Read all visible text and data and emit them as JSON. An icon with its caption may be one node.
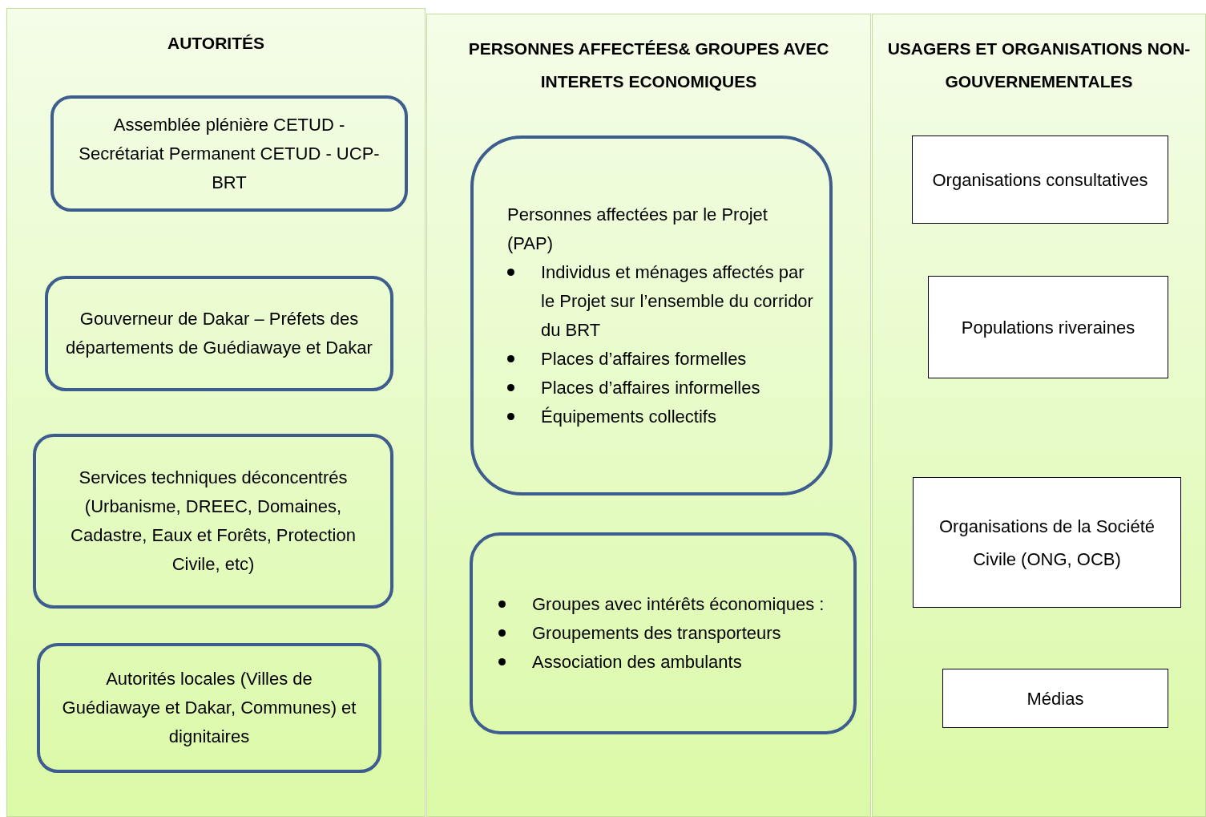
{
  "diagram": {
    "nodes": [
      {
        "text": [
          "AUTORITÉS"
        ]
      },
      {
        "text": [
          "Assemblée plénière CETUD - Secrétariat Permanent CETUD - UCP-BRT"
        ],
        "in": 0
      },
      {
        "text": [
          "Gouverneur de Dakar – Préfets des départements de Guédiawaye et Dakar"
        ],
        "in": 0
      },
      {
        "text": [
          "Services techniques déconcentrés (Urbanisme, DREEC, Domaines, Cadastre, Eaux et Forêts, Protection Civile, etc)"
        ],
        "in": 0
      },
      {
        "text": [
          "Autorités locales (Villes de Guédiawaye et Dakar, Communes) et dignitaires"
        ],
        "in": 0
      },
      {
        "text": [
          "PERSONNES AFFECTÉES& GROUPES AVEC INTERETS ECONOMIQUES"
        ]
      },
      {
        "text": [
          "Personnes affectées par le Projet (PAP)",
          "Individus et ménages affectés par le Projet sur l’ensemble du corridor du BRT",
          "Places d’affaires formelles",
          "Places d’affaires informelles",
          "Équipements collectifs"
        ],
        "in": 5
      },
      {
        "text": [
          "Groupes avec intérêts économiques :",
          "Groupements des transporteurs",
          "Association des ambulants"
        ],
        "in": 5
      },
      {
        "text": [
          "USAGERS ET ORGANISATIONS NON-GOUVERNEMENTALES"
        ]
      },
      {
        "text": [
          "Organisations consultatives"
        ],
        "in": 8
      },
      {
        "text": [
          "Populations riveraines"
        ],
        "in": 8
      },
      {
        "text": [
          "Organisations de la Société Civile (ONG, OCB)"
        ],
        "in": 8
      },
      {
        "text": [
          "Médias"
        ],
        "in": 8
      }
    ]
  }
}
